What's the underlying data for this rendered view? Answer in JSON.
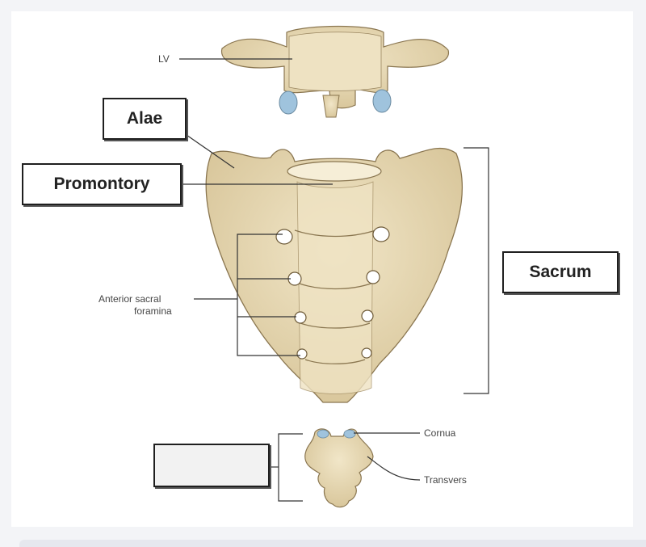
{
  "labels": {
    "lv": "LV",
    "alae": "Alae",
    "promontory": "Promontory",
    "sacrum": "Sacrum",
    "anterior_sacral_line1": "Anterior sacral",
    "anterior_sacral_line2": "foramina",
    "cornua": "Cornua",
    "transverse": "Transvers",
    "blank_box": ""
  },
  "colors": {
    "bone": "#eadcb8",
    "bone_shadow": "#cdb98c",
    "bone_outline": "#8a7650",
    "cartilage": "#9fc3dd",
    "line": "#333333",
    "box_border": "#1f1f1f"
  }
}
